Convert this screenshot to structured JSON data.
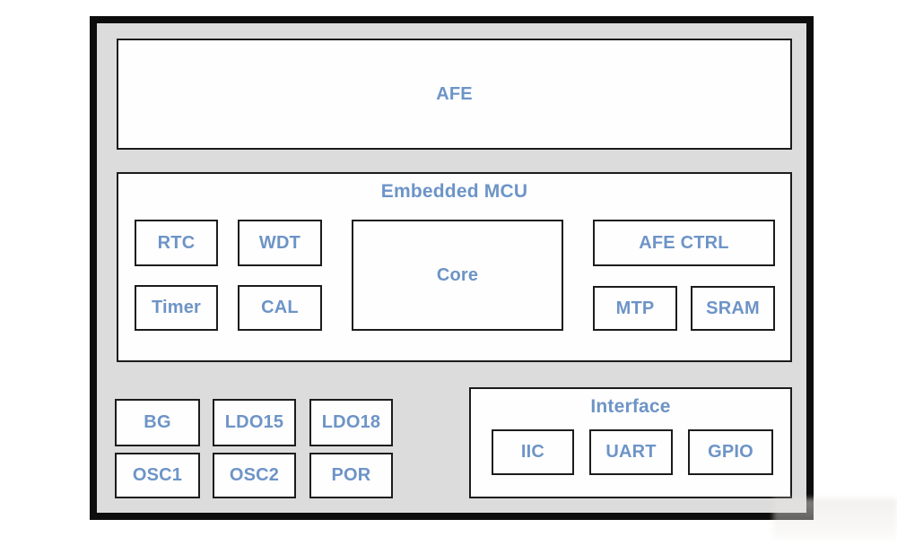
{
  "afe": {
    "label": "AFE"
  },
  "mcu": {
    "title": "Embedded MCU",
    "rtc": "RTC",
    "wdt": "WDT",
    "timer": "Timer",
    "cal": "CAL",
    "core": "Core",
    "afe_ctrl": "AFE CTRL",
    "mtp": "MTP",
    "sram": "SRAM"
  },
  "power": {
    "bg": "BG",
    "ldo15": "LDO15",
    "ldo18": "LDO18",
    "osc1": "OSC1",
    "osc2": "OSC2",
    "por": "POR"
  },
  "interface": {
    "title": "Interface",
    "iic": "IIC",
    "uart": "UART",
    "gpio": "GPIO"
  },
  "colors": {
    "label_blue": "#6d94c7",
    "chip_background": "#dcdcdc",
    "block_background": "#fefefe",
    "frame_black": "#0d0d0d",
    "block_border": "#1c1c1c",
    "page_background": "#ffffff"
  }
}
